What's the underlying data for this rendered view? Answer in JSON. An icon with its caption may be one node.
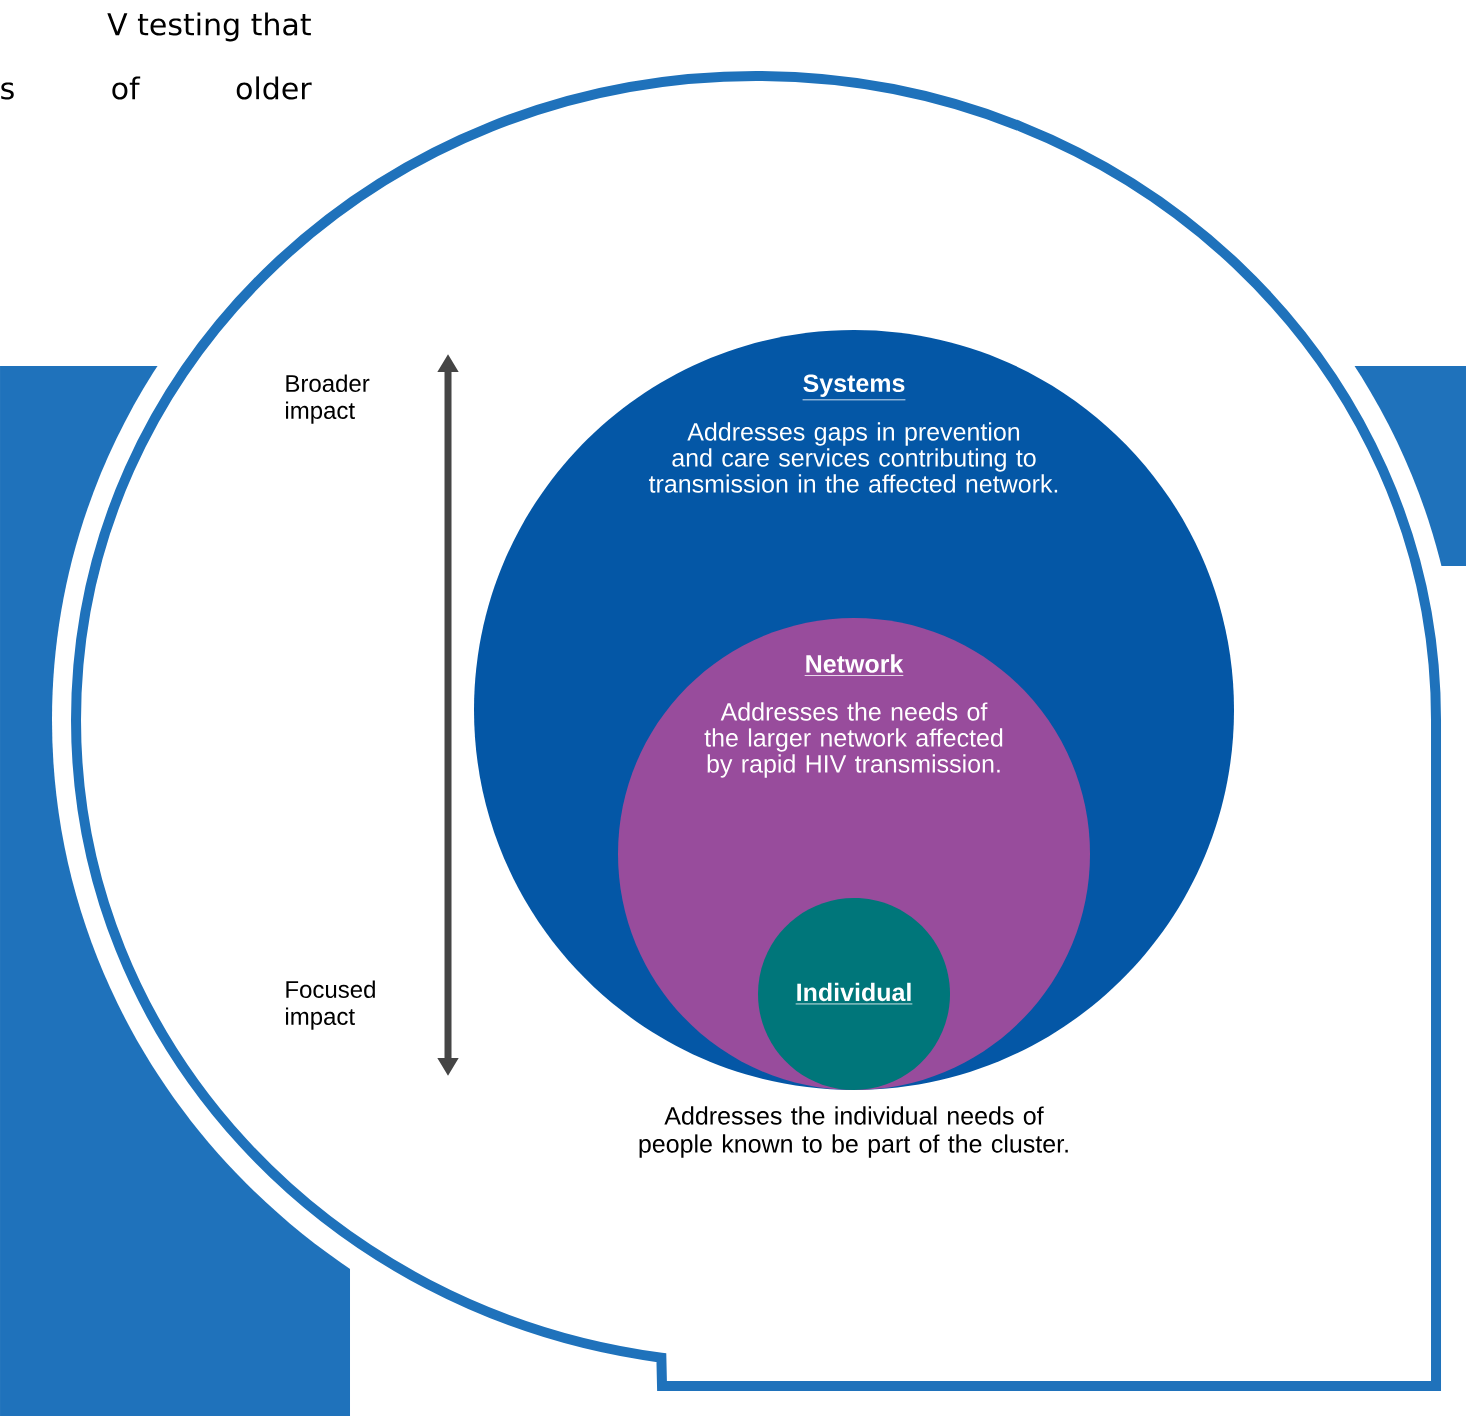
{
  "diagram": {
    "nodes": [
      {
        "text": [
          "Systems",
          "Addresses gaps in prevention and care services contributing to transmission in the affected network."
        ]
      },
      {
        "text": [
          "Network",
          "Addresses the needs of the larger network affected by rapid HIV transmission."
        ],
        "in": 0
      },
      {
        "text": [
          "Individual"
        ],
        "in": 1,
        "beside": [
          "Addresses the individual needs of people known to be part of the cluster."
        ]
      }
    ],
    "labels": [
      "V testing that",
      "s of older",
      "Broader impact",
      "Focused impact"
    ]
  }
}
